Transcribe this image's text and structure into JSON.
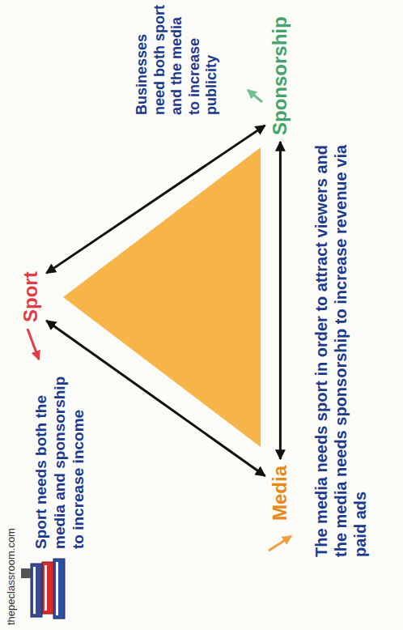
{
  "diagram": {
    "nodes": [
      {
        "text": [
          "Sport"
        ]
      },
      {
        "text": [
          "Media"
        ]
      },
      {
        "text": [
          "Sponsorship"
        ]
      }
    ],
    "edges": [
      {
        "from": 0,
        "to": 1,
        "arrow": "both"
      },
      {
        "from": 0,
        "to": 2,
        "arrow": "both"
      },
      {
        "from": 1,
        "to": 2,
        "arrow": "both"
      }
    ],
    "labels": [
      "thepeclassroom.com",
      "Sport needs both the media and sponsorship to increase income",
      "Businesses need both sport and the media to increase publicity",
      "The media needs sport in order to attract viewers and the media needs sponsorship to increase revenue via paid ads"
    ]
  }
}
